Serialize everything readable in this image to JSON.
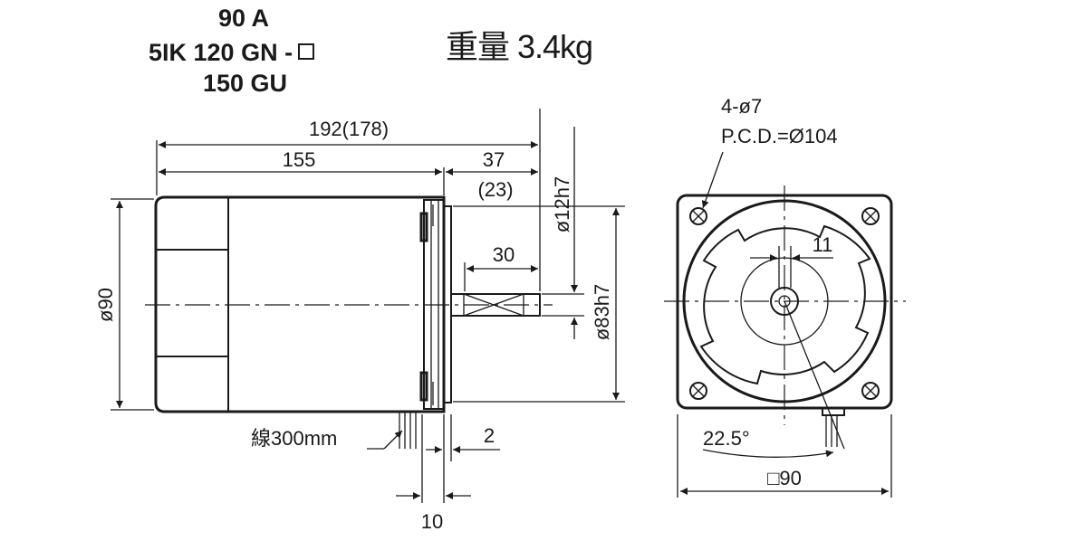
{
  "model": {
    "line1": "90  A",
    "line2_prefix": "5IK 120 GN -",
    "line3": "150 GU"
  },
  "weight": "重量 3.4kg",
  "side_view": {
    "overall_length": "192(178)",
    "body_length": "155",
    "shaft_extension": "37",
    "shaft_extension_alt": "(23)",
    "shaft_key_length": "30",
    "shaft_diameter": "ø12h7",
    "pilot_diameter": "ø83h7",
    "body_diameter": "ø90",
    "lead_wire": "線300mm",
    "flange_thickness": "2",
    "flange_offset": "10"
  },
  "front_view": {
    "holes": "4-ø7",
    "pcd": "P.C.D.=Ø104",
    "key_width": "11",
    "angle": "22.5°",
    "square": "□90"
  },
  "colors": {
    "line": "#1a1a1a",
    "background": "#ffffff"
  }
}
